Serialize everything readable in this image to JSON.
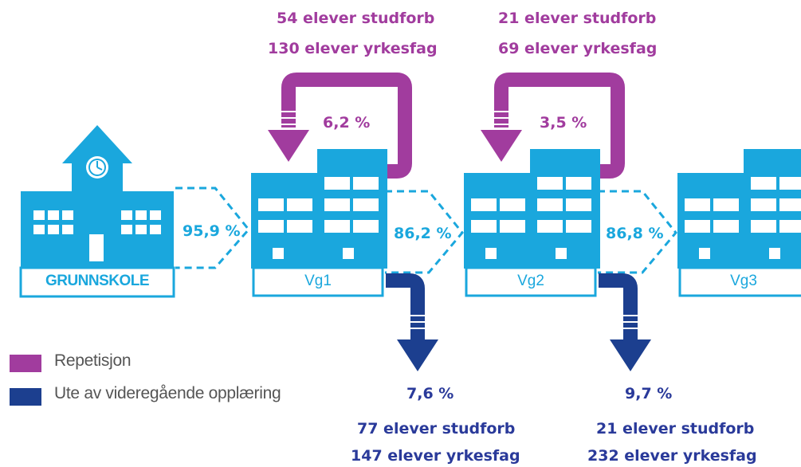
{
  "colors": {
    "building": "#1aa7dd",
    "repetition": "#a13c9e",
    "dropout": "#1c3f8f",
    "label_navy": "#2a3a9a"
  },
  "buildings": {
    "grunnskole": "GRUNNSKOLE",
    "vg1": "Vg1",
    "vg2": "Vg2",
    "vg3": "Vg3"
  },
  "transitions": {
    "grunnskole_vg1": "95,9 %",
    "vg1_vg2": "86,2 %",
    "vg2_vg3": "86,8 %"
  },
  "repetition": {
    "vg1": {
      "percent": "6,2 %",
      "studforb": "54  elever studforb",
      "yrkesfag": "130  elever yrkesfag"
    },
    "vg2": {
      "percent": "3,5 %",
      "studforb": "21  elever studforb",
      "yrkesfag": "69  elever yrkesfag"
    }
  },
  "dropout": {
    "vg1": {
      "percent": "7,6  %",
      "studforb": "77   elever studforb",
      "yrkesfag": "147  elever yrkesfag"
    },
    "vg2": {
      "percent": "9,7  %",
      "studforb": "21   elever studforb",
      "yrkesfag": "232  elever yrkesfag"
    }
  },
  "legend": {
    "repetition": "Repetisjon",
    "dropout": "Ute av videregående opplæring"
  }
}
